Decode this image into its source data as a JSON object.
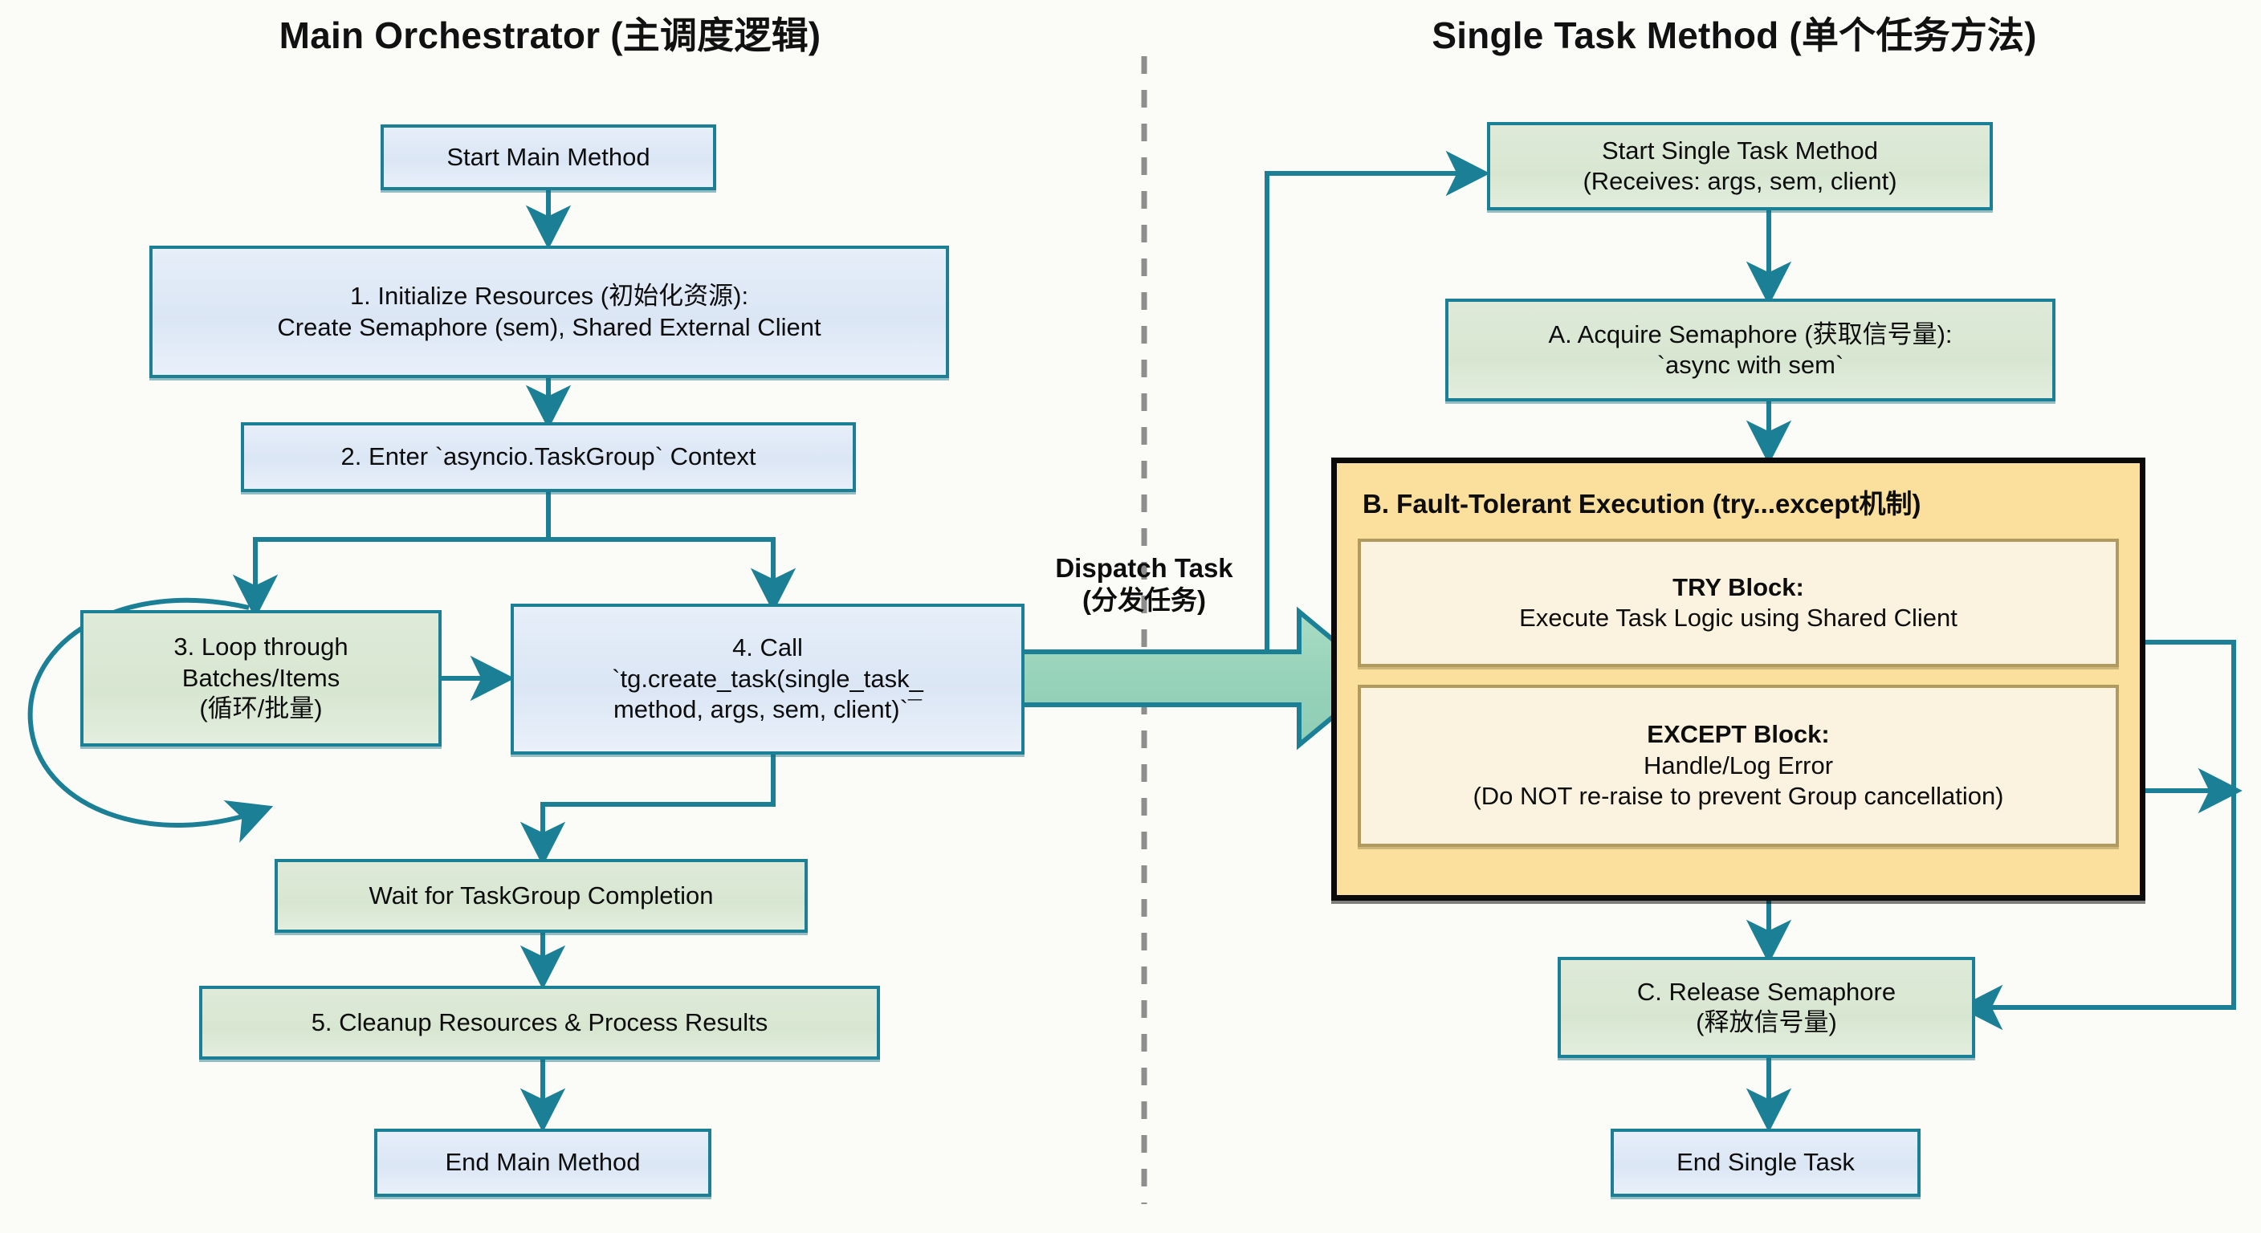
{
  "columns": {
    "left_title": "Main Orchestrator (主调度逻辑)",
    "right_title": "Single Task Method (单个任务方法)"
  },
  "divider": {
    "style": "dashed-vertical",
    "color": "#8e8e8e"
  },
  "connector_label": {
    "line1": "Dispatch Task",
    "line2": "(分发任务)"
  },
  "colors": {
    "accent_line": "#1b7f96",
    "blue_fill": "#dce6f4",
    "green_fill": "#d9e7d4",
    "yellow_fill": "#fadf9d",
    "cream_fill": "#fbf3e0",
    "black_border": "#0a0a0a",
    "page_bg": "#fbfbf8"
  },
  "left_nodes": {
    "start": {
      "text": "Start Main Method",
      "shape": "blue"
    },
    "step1": {
      "line1": "1. Initialize Resources (初始化资源):",
      "line2": "Create Semaphore (sem), Shared External Client",
      "shape": "blue"
    },
    "step2": {
      "text": "2. Enter `asyncio.TaskGroup` Context",
      "shape": "blue"
    },
    "step3": {
      "line1": "3. Loop through",
      "line2": "Batches/Items",
      "line3": "(循环/批量)",
      "shape": "green"
    },
    "step4": {
      "line1": "4. Call",
      "line2": "`tg.create_task(single_task_",
      "line3": "method, args, sem, client)`¯",
      "shape": "blue"
    },
    "wait": {
      "text": "Wait for TaskGroup Completion",
      "shape": "green"
    },
    "step5": {
      "text": "5. Cleanup Resources & Process Results",
      "shape": "green"
    },
    "end": {
      "text": "End Main Method",
      "shape": "blue"
    }
  },
  "right_nodes": {
    "start": {
      "line1": "Start Single Task Method",
      "line2": "(Receives: args, sem, client)",
      "shape": "green"
    },
    "stepA": {
      "line1": "A. Acquire Semaphore (获取信号量):",
      "line2": "`async with sem`",
      "shape": "green"
    },
    "stepB": {
      "heading": "B. Fault-Tolerant Execution (try...except机制)",
      "try_block": {
        "heading": "TRY Block:",
        "body": "Execute Task Logic using Shared Client"
      },
      "except_block": {
        "heading": "EXCEPT Block:",
        "body1": "Handle/Log Error",
        "body2": "(Do NOT re-raise to prevent Group cancellation)"
      }
    },
    "stepC": {
      "line1": "C. Release Semaphore",
      "line2": "(释放信号量)",
      "shape": "green"
    },
    "end": {
      "text": "End Single Task",
      "shape": "blue"
    }
  }
}
